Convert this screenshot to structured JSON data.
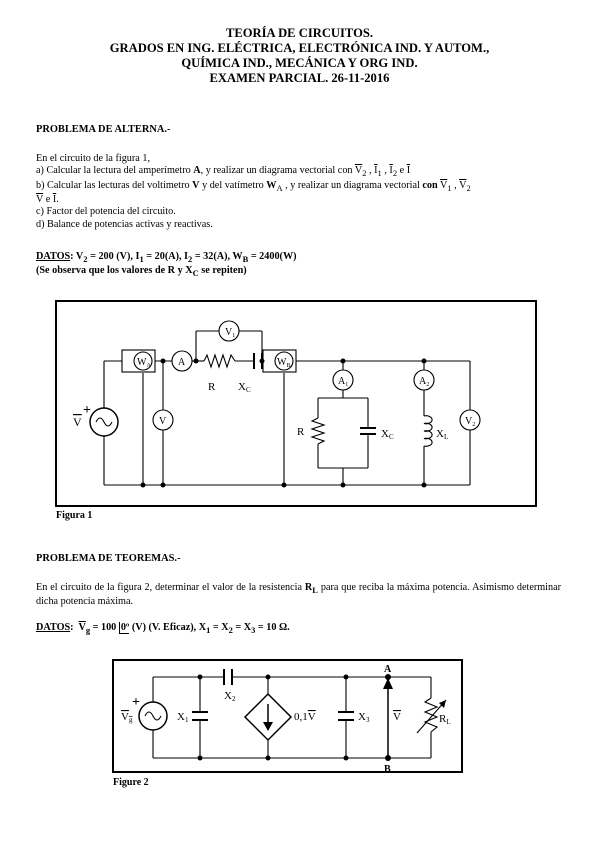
{
  "header": {
    "line1": "TEORÍA DE CIRCUITOS.",
    "line2": "GRADOS EN ING. ELÉCTRICA, ELECTRÓNICA IND. Y AUTOM.,",
    "line3": "QUÍMICA IND., MECÁNICA Y ORG IND.",
    "line4": "EXAMEN PARCIAL. 26-11-2016"
  },
  "problem1": {
    "title": "PROBLEMA DE ALTERNA.-",
    "intro": "En el circuito de la figura 1,",
    "item_a": {
      "t1": "a) Calcular la lectura del amperímetro ",
      "t2": "A",
      "t3": ", y realizar un diagrama vectorial con ",
      "v2": "V",
      "v2_sub": "2",
      "sep1": " , ",
      "i1": "I",
      "i1_sub": "1",
      "sep2": " , ",
      "i2": "I",
      "i2_sub": "2",
      "conj": " e ",
      "i": "I"
    },
    "item_b": {
      "t1": "b) Calcular  las  lecturas del voltímetro ",
      "v": "V",
      "t2": " y del  vatímetro ",
      "w": "W",
      "w_sub": "A",
      "t3": " , y realizar  un diagrama vectorial ",
      "con": "con",
      "v1": "V",
      "v1_sub": "1",
      "sep": " , ",
      "v2": "V",
      "v2_sub": "2",
      "conj": " e ",
      "i": "I",
      "end": "."
    },
    "item_c": "c) Factor del potencia del circuito.",
    "item_d": "d) Balance de potencias activas y reactivas.",
    "datos_label": "DATOS",
    "datos": {
      "p1": ": V",
      "s1": "2",
      "p2": " = 200 (V), I",
      "s2": "1",
      "p3": " = 20(A), I",
      "s3": "2",
      "p4": " = 32(A), W",
      "s4": "B",
      "p5": " = 2400(W)"
    },
    "note": {
      "p1": "(Se observa que los valores de R y X",
      "s1": "C",
      "p2": " se repiten)"
    }
  },
  "figure1": {
    "caption": "Figura 1",
    "labels": {
      "W": "W",
      "W_A": "A",
      "W_B": "B",
      "A": "A",
      "V": "V",
      "V1": "V",
      "V1_sub": "1",
      "R": "R",
      "X": "X",
      "X_C": "C",
      "A1": "A",
      "A1_sub": "1",
      "A2": "A",
      "A2_sub": "2",
      "V2": "V",
      "V2_sub": "2",
      "XL_sub": "L",
      "source": "V",
      "plus": "+"
    }
  },
  "problem2": {
    "title": "PROBLEMA DE TEOREMAS.-",
    "text": {
      "p1": "En el circuito de la figura 2, determinar el valor de la resistencia ",
      "r": "R",
      "r_sub": "L",
      "p2": " para que reciba la máxima potencia. Asimismo determinar dicha potencia máxima."
    },
    "datos_label": "DATOS",
    "datos": {
      "vg": "V",
      "vg_sub": "g",
      "p1": " = 100 ",
      "angle": "0º",
      "p2": " (V) (V. Eficaz), X",
      "s1": "1",
      "p3": " = X",
      "s2": "2",
      "p4": " = X",
      "s3": "3",
      "p5": " = 10 Ω."
    }
  },
  "figure2": {
    "caption": "Figure 2",
    "labels": {
      "A": "A",
      "B": "B",
      "plus": "+",
      "Vg": "V",
      "Vg_sub": "g",
      "X": "X",
      "X1_sub": "1",
      "X2_sub": "2",
      "X3_sub": "3",
      "dep": "0,1",
      "dep_v": "V",
      "V": "V",
      "R": "R",
      "RL_sub": "L"
    }
  }
}
